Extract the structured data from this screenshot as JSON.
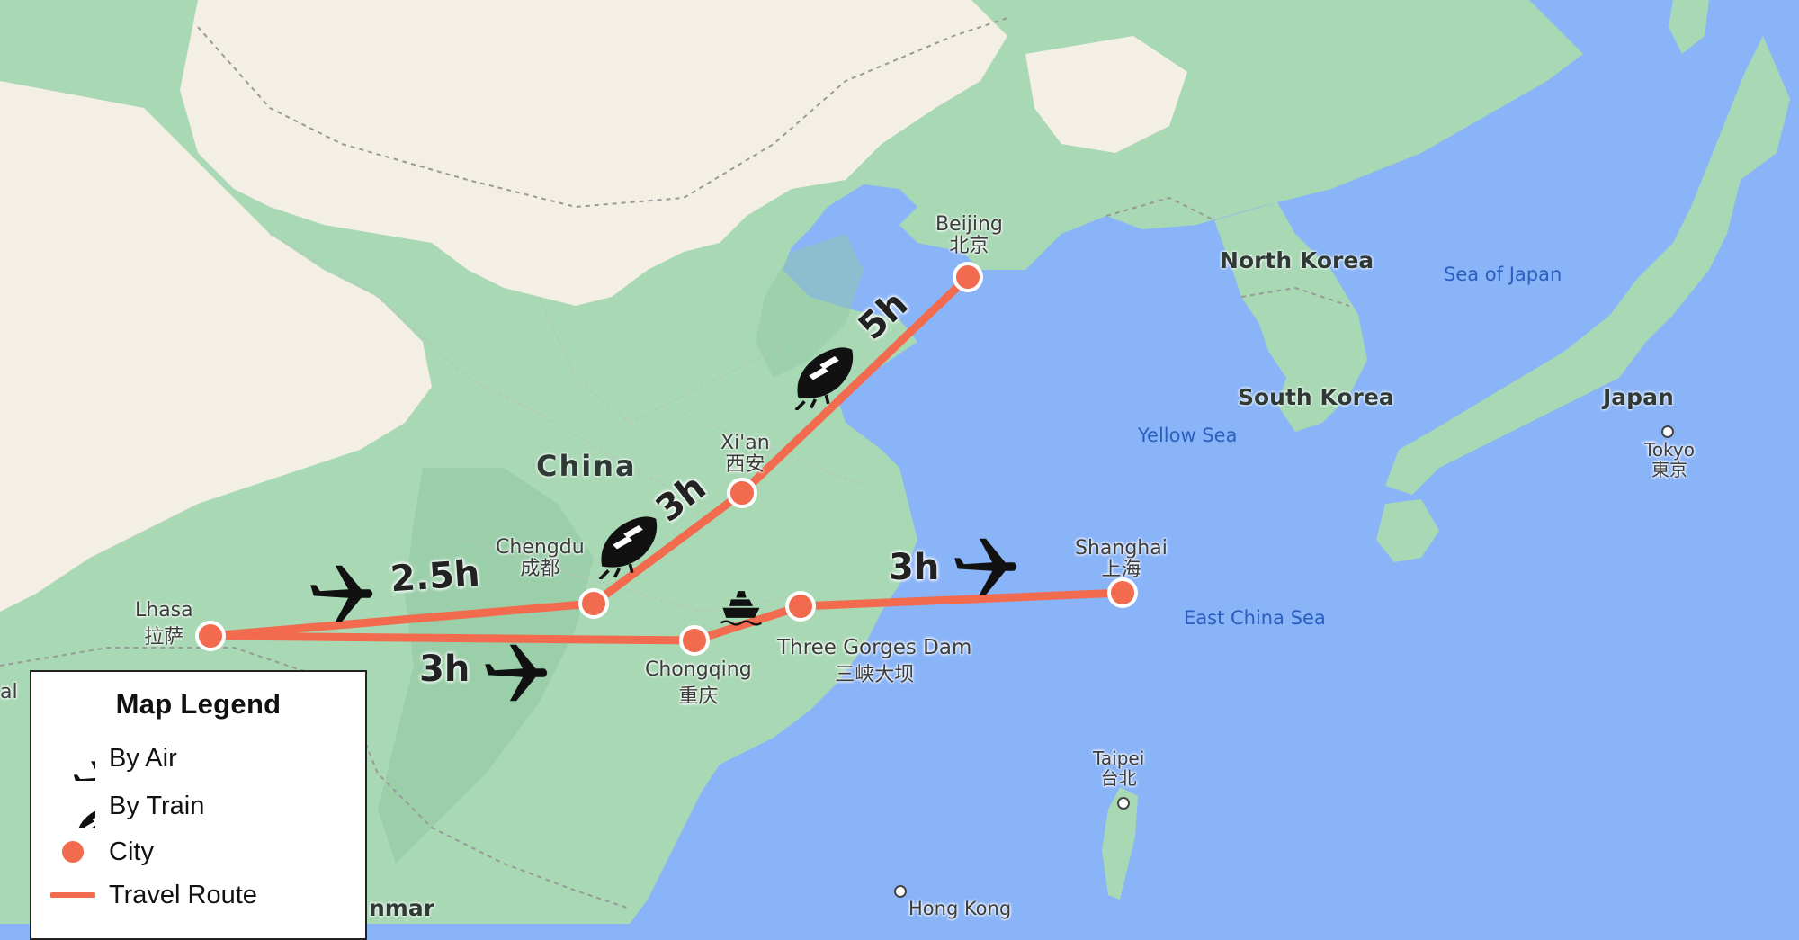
{
  "map": {
    "countries": {
      "china": "China",
      "north_korea": "North Korea",
      "south_korea": "South Korea",
      "japan": "Japan",
      "myanmar_fragment": "nmar",
      "nepal_fragment": "al"
    },
    "seas": {
      "sea_of_japan": "Sea of Japan",
      "yellow_sea": "Yellow Sea",
      "east_china_sea": "East China Sea"
    },
    "cities": {
      "beijing": {
        "en": "Beijing",
        "zh": "北京"
      },
      "xian": {
        "en": "Xi'an",
        "zh": "西安"
      },
      "chengdu": {
        "en": "Chengdu",
        "zh": "成都"
      },
      "lhasa": {
        "en": "Lhasa",
        "zh": "拉萨"
      },
      "chongqing": {
        "en": "Chongqing",
        "zh": "重庆"
      },
      "three_gorges": {
        "en": "Three Gorges Dam",
        "zh": "三峡大坝"
      },
      "shanghai": {
        "en": "Shanghai",
        "zh": "上海"
      },
      "tokyo": {
        "en": "Tokyo",
        "zh": "東京"
      },
      "taipei": {
        "en": "Taipei",
        "zh": "台北"
      },
      "hong_kong": {
        "en": "Hong Kong"
      }
    }
  },
  "routes": {
    "lhasa_chengdu": {
      "duration": "2.5h",
      "mode": "air"
    },
    "chengdu_xian": {
      "duration": "3h",
      "mode": "train"
    },
    "xian_beijing": {
      "duration": "5h",
      "mode": "train"
    },
    "lhasa_chongqing": {
      "duration": "3h",
      "mode": "air"
    },
    "chongqing_three_gorges": {
      "mode": "boat"
    },
    "three_gorges_shanghai": {
      "duration": "3h",
      "mode": "air"
    }
  },
  "colors": {
    "route": "#f26b4f",
    "city_dot": "#f26b4f",
    "water": "#8ab4f8",
    "land_green": "#a8d8b4",
    "land_desert": "#f3efe4"
  },
  "legend": {
    "title": "Map Legend",
    "items": [
      {
        "icon": "airplane-icon",
        "label": "By Air"
      },
      {
        "icon": "train-icon",
        "label": "By Train"
      },
      {
        "icon": "city-dot-icon",
        "label": "City"
      },
      {
        "icon": "route-line-icon",
        "label": "Travel Route"
      }
    ]
  }
}
